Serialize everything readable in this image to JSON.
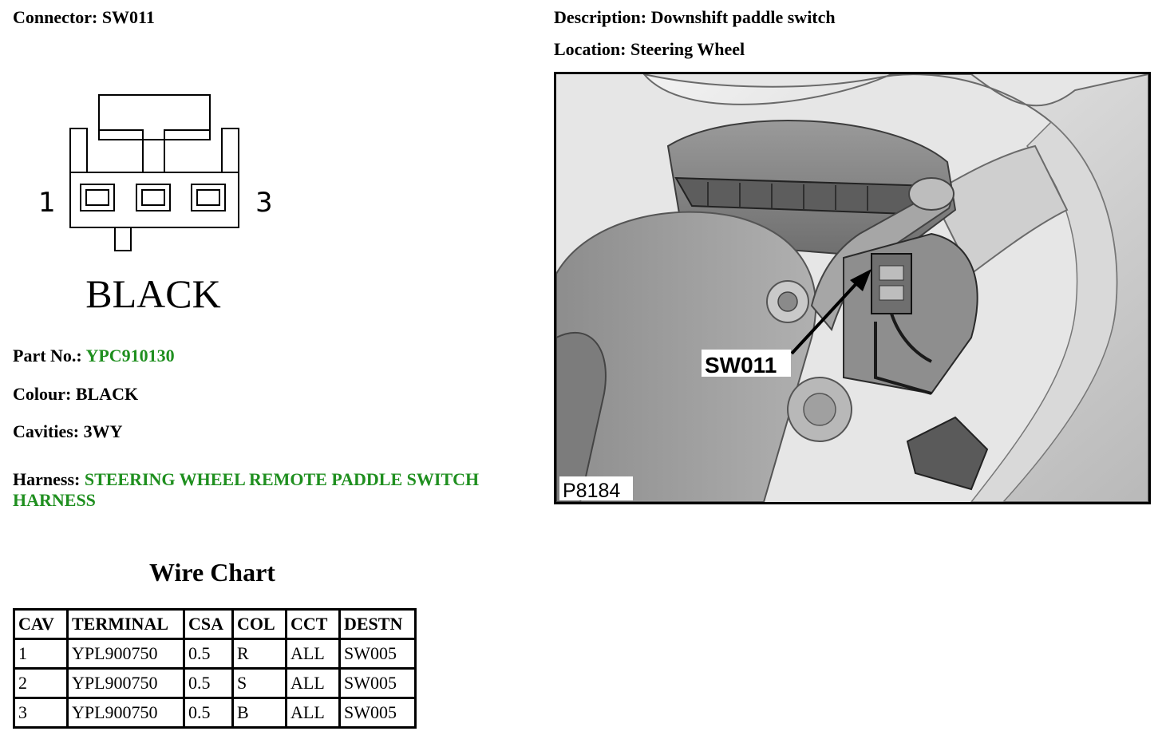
{
  "connector": {
    "label": "Connector:",
    "value": "SW011"
  },
  "description": {
    "label": "Description:",
    "value": "Downshift paddle switch"
  },
  "location": {
    "label": "Location:",
    "value": "Steering Wheel"
  },
  "pinout": {
    "pin_left": "1",
    "pin_right": "3",
    "colour_caption": "BLACK"
  },
  "part_no": {
    "label": "Part No.:",
    "value": "YPC910130"
  },
  "colour": {
    "label": "Colour:",
    "value": "BLACK"
  },
  "cavities": {
    "label": "Cavities:",
    "value": "3WY"
  },
  "harness": {
    "label": "Harness:",
    "value": "STEERING WHEEL REMOTE PADDLE SWITCH HARNESS"
  },
  "wire_chart": {
    "title": "Wire Chart",
    "headers": [
      "CAV",
      "TERMINAL",
      "CSA",
      "COL",
      "CCT",
      "DESTN"
    ],
    "rows": [
      [
        "1",
        "YPL900750",
        "0.5",
        "R",
        "ALL",
        "SW005"
      ],
      [
        "2",
        "YPL900750",
        "0.5",
        "S",
        "ALL",
        "SW005"
      ],
      [
        "3",
        "YPL900750",
        "0.5",
        "B",
        "ALL",
        "SW005"
      ]
    ]
  },
  "photo": {
    "callout": "SW011",
    "figure_id": "P8184"
  },
  "colors": {
    "link_green": "#1f8f1f"
  }
}
